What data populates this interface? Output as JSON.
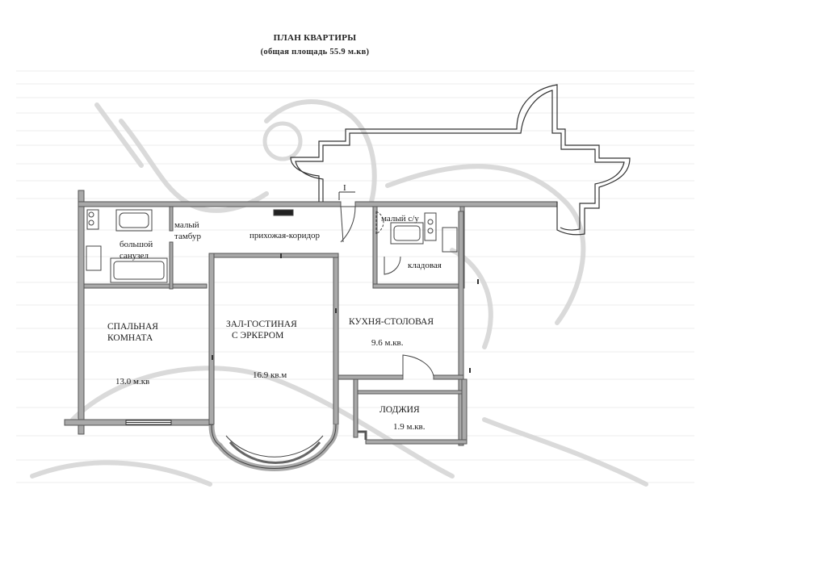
{
  "header": {
    "title": "ПЛАН КВАРТИРЫ",
    "subtitle": "(общая площадь 55.9 м.кв)"
  },
  "rooms": {
    "small_vestibule": [
      "малый",
      "тамбур"
    ],
    "hallway": "прихожая-коридор",
    "big_bathroom": [
      "большой",
      "санузел"
    ],
    "small_wc": "малый с/у",
    "storage": "кладовая",
    "bedroom": {
      "name": [
        "СПАЛЬНАЯ",
        "КОМНАТА"
      ],
      "area": "13.0 м.кв"
    },
    "living_room": {
      "name": [
        "ЗАЛ-ГОСТИНАЯ",
        "С ЭРКЕРОМ"
      ],
      "area": "16.9 кв.м"
    },
    "kitchen": {
      "name": "КУХНЯ-СТОЛОВАЯ",
      "area": "9.6 м.кв."
    },
    "loggia": {
      "name": "ЛОДЖИЯ",
      "area": "1.9 м.кв."
    }
  },
  "marks": {
    "section": "I"
  },
  "colors": {
    "wall": "#5f5f5f",
    "wall_fill": "#a9a9a9",
    "line": "#3a3a3a",
    "watermark": "#d8d8d8",
    "noise": "#e9e9e9",
    "text": "#1b1b1b"
  }
}
